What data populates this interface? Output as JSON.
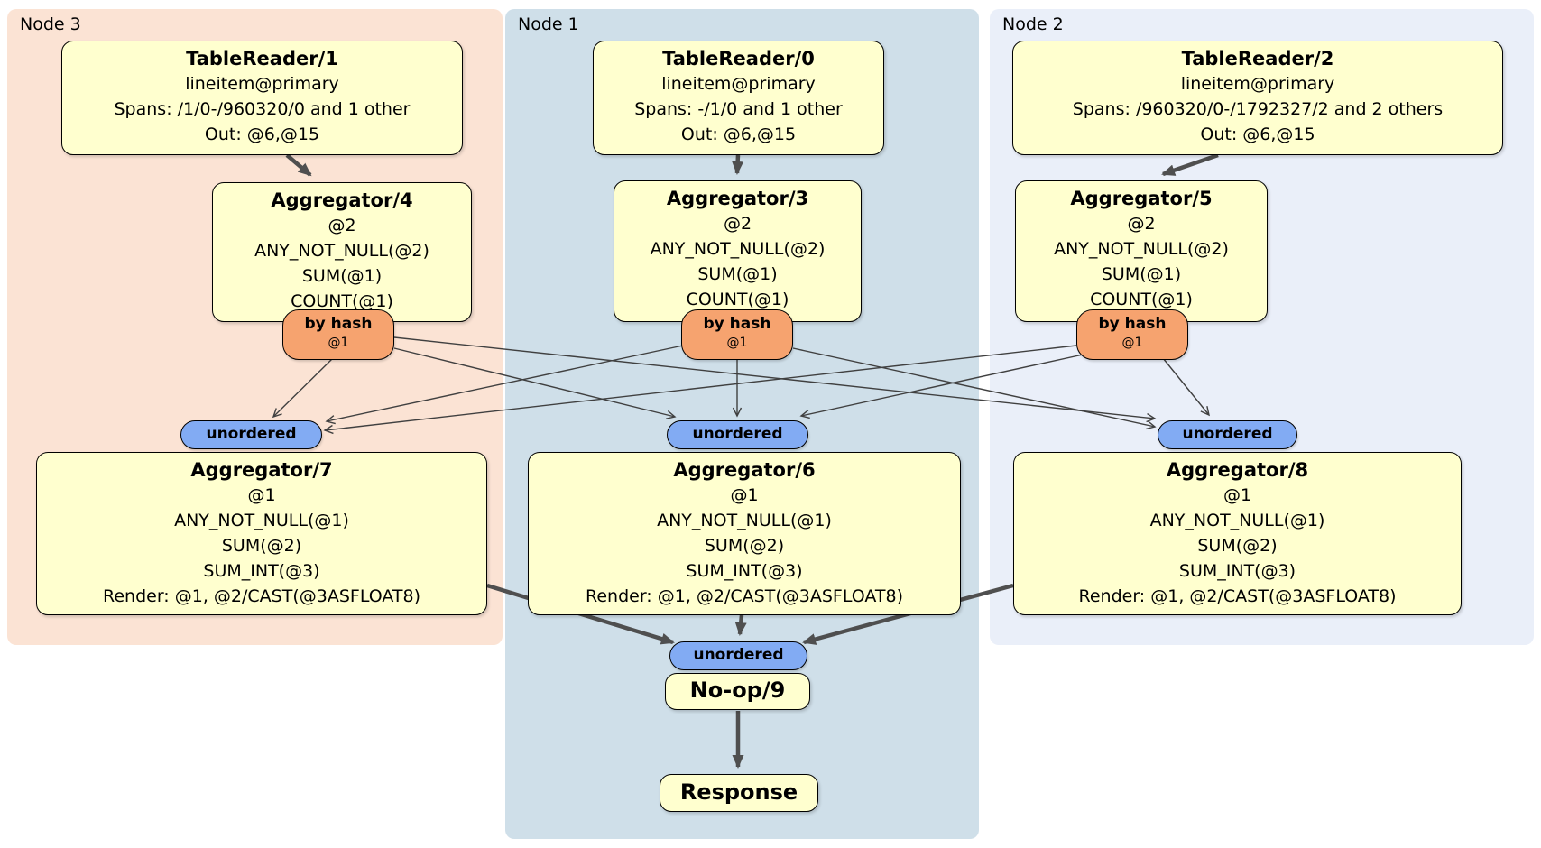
{
  "diagram": {
    "regions": [
      {
        "label": "Node 3",
        "tablereader": {
          "title": "TableReader/1",
          "lines": [
            "lineitem@primary",
            "Spans: /1/0-/960320/0 and 1 other",
            "Out: @6,@15"
          ]
        },
        "aggregator_top": {
          "title": "Aggregator/4",
          "lines": [
            "@2",
            "ANY_NOT_NULL(@2)",
            "SUM(@1)",
            "COUNT(@1)"
          ]
        },
        "hash_router": {
          "label": "by hash",
          "columns": "@1"
        },
        "inbound_stream": {
          "label": "unordered"
        },
        "aggregator_bottom": {
          "title": "Aggregator/7",
          "lines": [
            "@1",
            "ANY_NOT_NULL(@1)",
            "SUM(@2)",
            "SUM_INT(@3)",
            "Render: @1, @2/CAST(@3ASFLOAT8)"
          ]
        }
      },
      {
        "label": "Node 1",
        "tablereader": {
          "title": "TableReader/0",
          "lines": [
            "lineitem@primary",
            "Spans: -/1/0 and 1 other",
            "Out: @6,@15"
          ]
        },
        "aggregator_top": {
          "title": "Aggregator/3",
          "lines": [
            "@2",
            "ANY_NOT_NULL(@2)",
            "SUM(@1)",
            "COUNT(@1)"
          ]
        },
        "hash_router": {
          "label": "by hash",
          "columns": "@1"
        },
        "inbound_stream": {
          "label": "unordered"
        },
        "aggregator_bottom": {
          "title": "Aggregator/6",
          "lines": [
            "@1",
            "ANY_NOT_NULL(@1)",
            "SUM(@2)",
            "SUM_INT(@3)",
            "Render: @1, @2/CAST(@3ASFLOAT8)"
          ]
        },
        "final_stream": {
          "label": "unordered"
        },
        "noop": {
          "title": "No-op/9"
        },
        "response": {
          "title": "Response"
        }
      },
      {
        "label": "Node 2",
        "tablereader": {
          "title": "TableReader/2",
          "lines": [
            "lineitem@primary",
            "Spans: /960320/0-/1792327/2 and 2 others",
            "Out: @6,@15"
          ]
        },
        "aggregator_top": {
          "title": "Aggregator/5",
          "lines": [
            "@2",
            "ANY_NOT_NULL(@2)",
            "SUM(@1)",
            "COUNT(@1)"
          ]
        },
        "hash_router": {
          "label": "by hash",
          "columns": "@1"
        },
        "inbound_stream": {
          "label": "unordered"
        },
        "aggregator_bottom": {
          "title": "Aggregator/8",
          "lines": [
            "@1",
            "ANY_NOT_NULL(@1)",
            "SUM(@2)",
            "SUM_INT(@3)",
            "Render: @1, @2/CAST(@3ASFLOAT8)"
          ]
        }
      }
    ]
  },
  "colors": {
    "node3-bg": "#fbe3d4",
    "node1-bg": "#cfdfe9",
    "node2-bg": "#eaeff9",
    "box-bg": "#ffffcf",
    "box-border": "#000000",
    "hash-router-bg": "#f6a36f",
    "stream-router-bg": "#82abf3",
    "edge-thin": "#404040",
    "edge-thick": "#4f4f4f",
    "text": "#000000",
    "page-bg": "#ffffff"
  }
}
